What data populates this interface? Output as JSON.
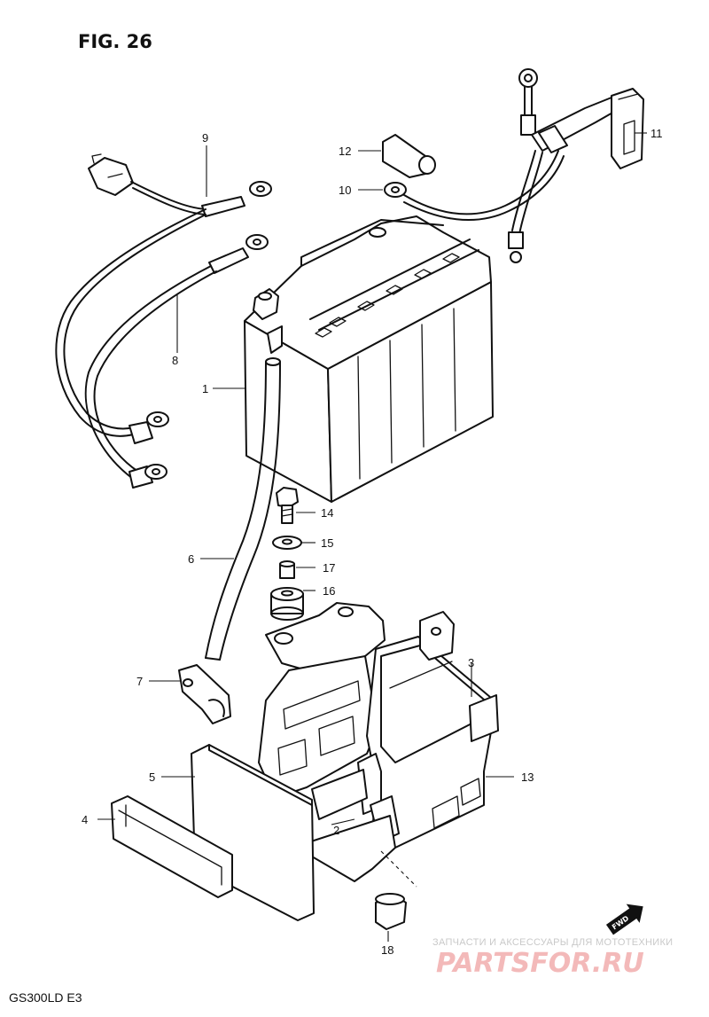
{
  "figure": {
    "title": "FIG. 26",
    "model_code": "GS300LD  E3"
  },
  "callouts": [
    {
      "id": "c1",
      "label": "1"
    },
    {
      "id": "c2",
      "label": "2"
    },
    {
      "id": "c3",
      "label": "3"
    },
    {
      "id": "c4",
      "label": "4"
    },
    {
      "id": "c5",
      "label": "5"
    },
    {
      "id": "c6",
      "label": "6"
    },
    {
      "id": "c7",
      "label": "7"
    },
    {
      "id": "c8",
      "label": "8"
    },
    {
      "id": "c9",
      "label": "9"
    },
    {
      "id": "c10",
      "label": "10"
    },
    {
      "id": "c11",
      "label": "11"
    },
    {
      "id": "c12",
      "label": "12"
    },
    {
      "id": "c13",
      "label": "13"
    },
    {
      "id": "c14",
      "label": "14"
    },
    {
      "id": "c15",
      "label": "15"
    },
    {
      "id": "c16",
      "label": "16"
    },
    {
      "id": "c17",
      "label": "17"
    },
    {
      "id": "c18",
      "label": "18"
    }
  ],
  "direction_badge": "FWD",
  "watermark": {
    "tagline": "ЗАПЧАСТИ И АКСЕССУАРЫ ДЛЯ МОТОТЕХНИКИ",
    "brand": "PARTSFOR.RU"
  },
  "colors": {
    "ink": "#111111",
    "watermark_brand": "#f3b9b9",
    "watermark_tagline": "#c9c9c9"
  }
}
